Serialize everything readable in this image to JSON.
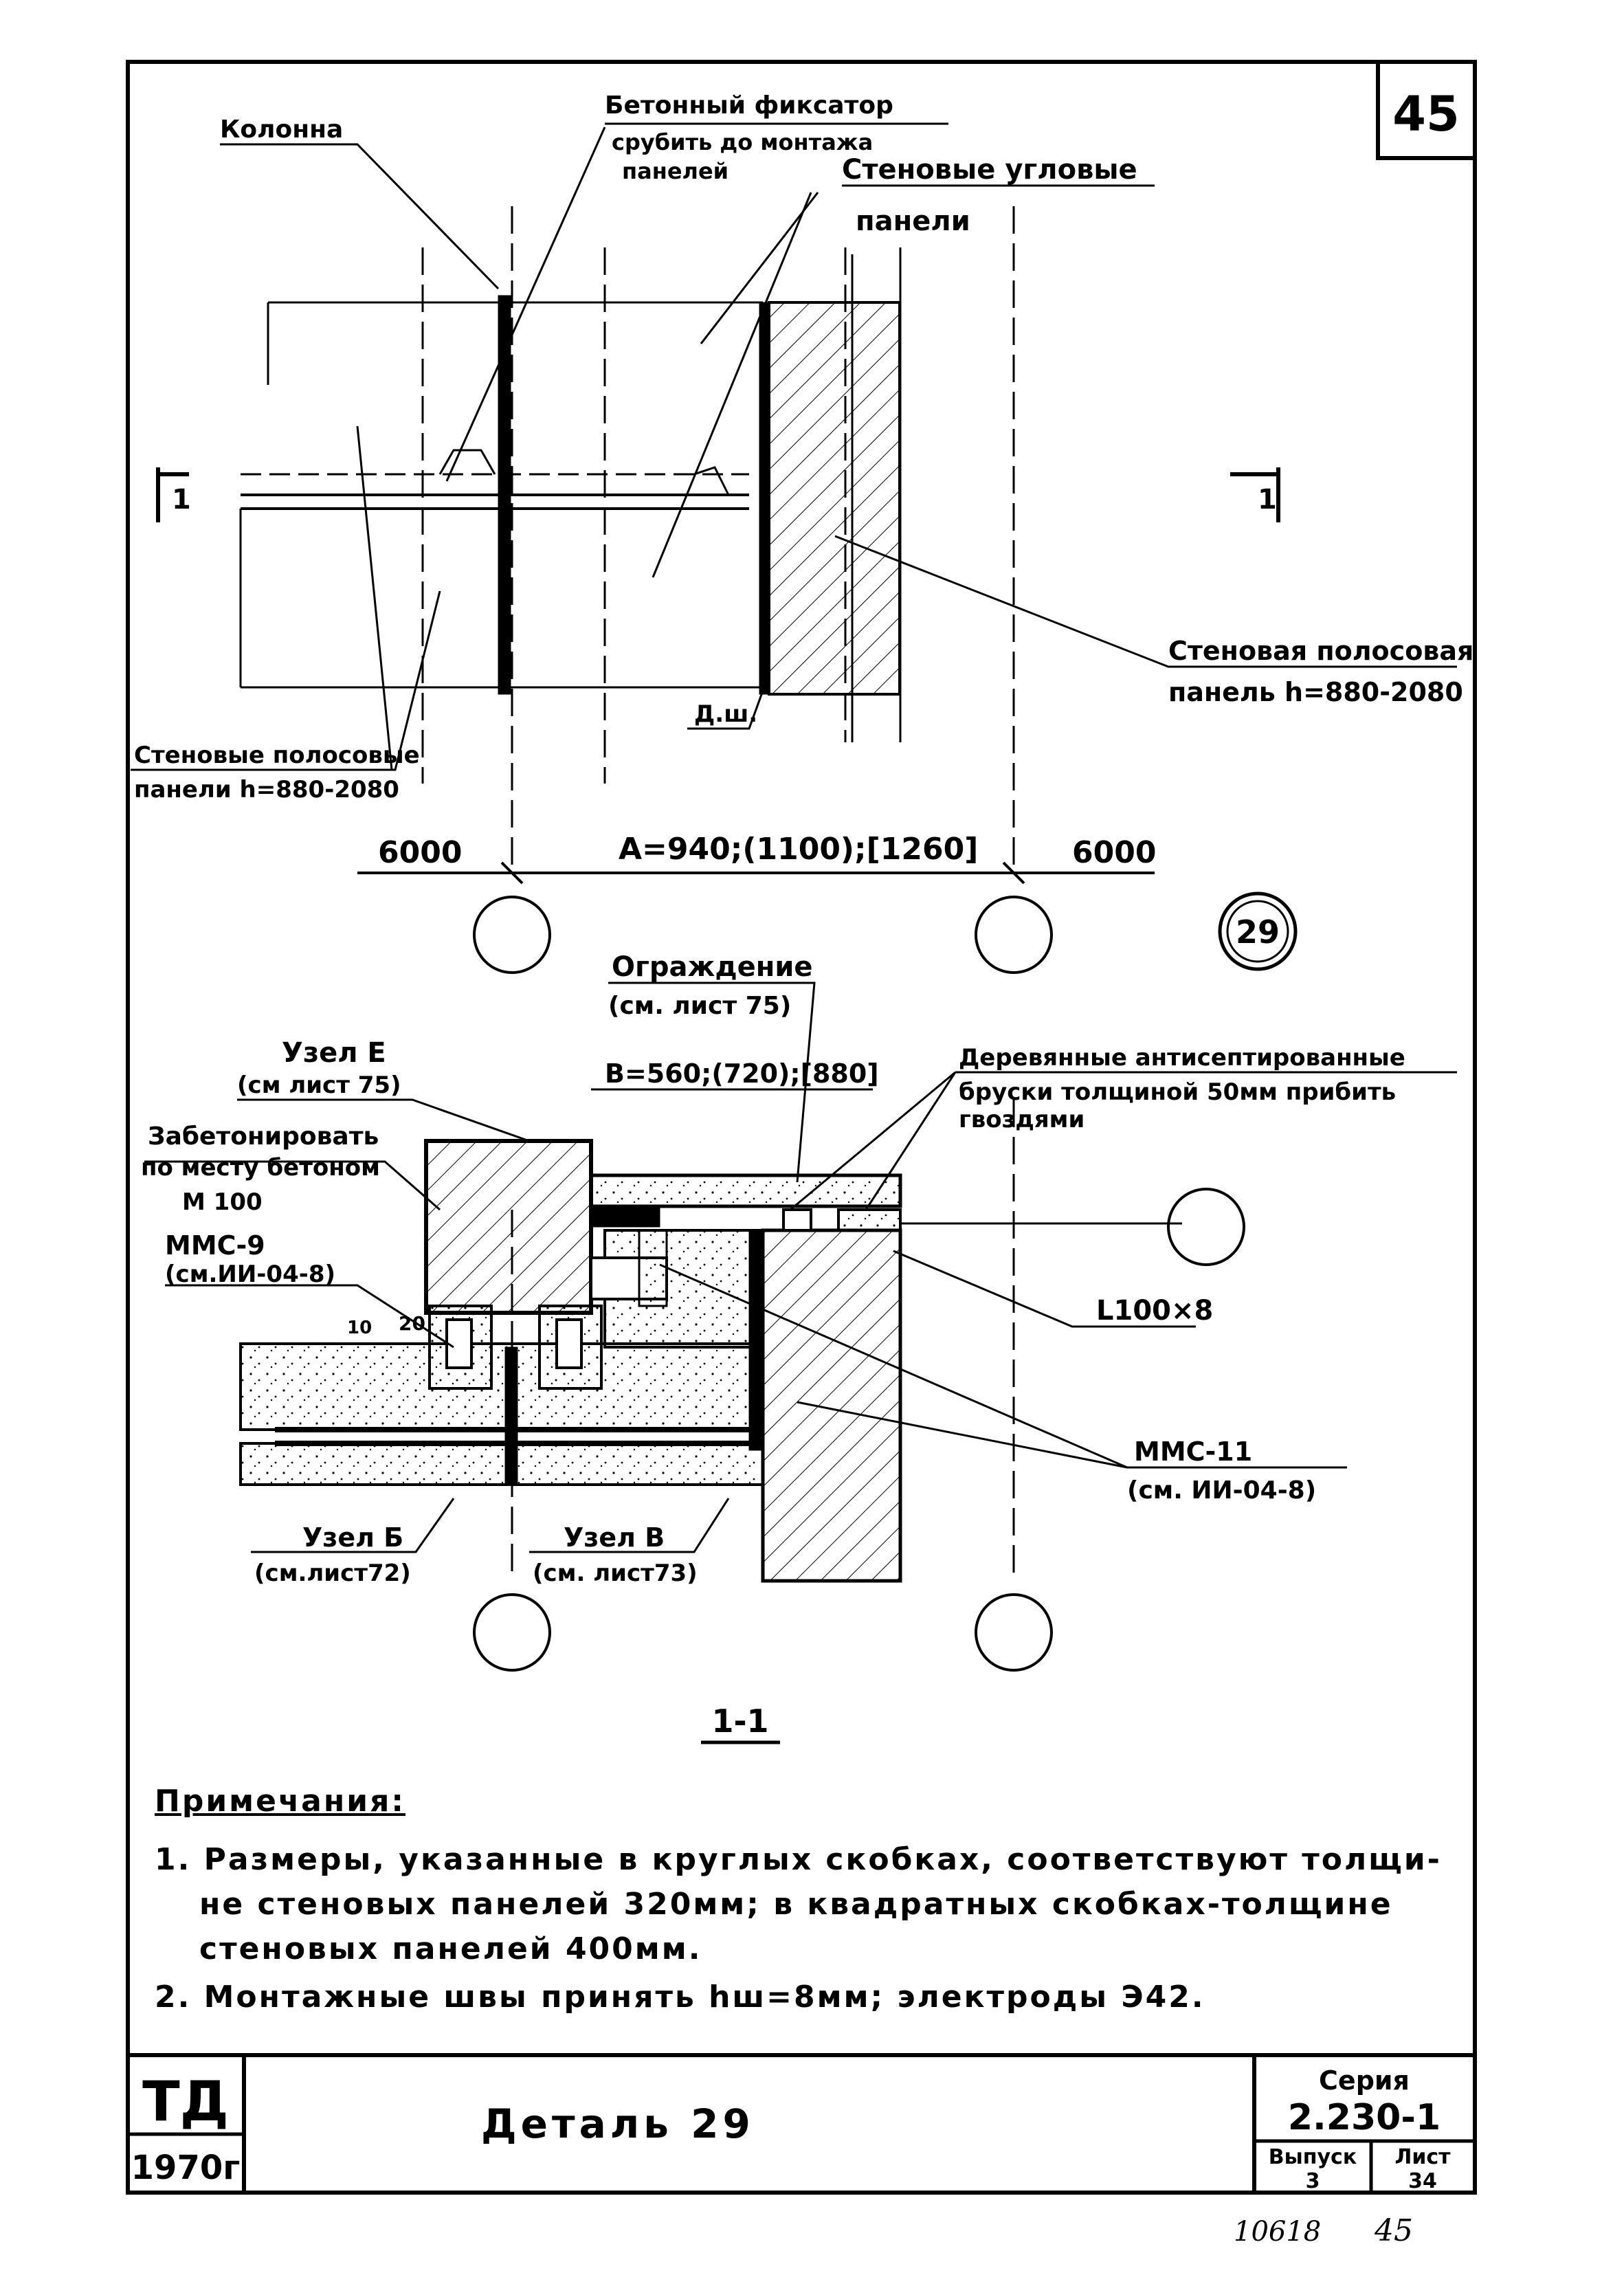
{
  "sheet": {
    "number": "45",
    "bottom_num": "10618",
    "bottom_sheet": "45"
  },
  "upper": {
    "kolonna": "Колонна",
    "fixator_line1": "Бетонный фиксатор",
    "fixator_line2": "срубить до монтажа",
    "fixator_line3": "панелей",
    "corner_line1": "Стеновые угловые",
    "corner_line2": "панели",
    "strip_right_line1": "Стеновая полосовая",
    "strip_right_line2": "панель h=880-2080",
    "strip_left_line1": "Стеновые полосовые",
    "strip_left_line2": "панели h=880-2080",
    "dsh": "Д.ш.",
    "section_left": "1",
    "section_right": "1",
    "dim_left": "6000",
    "dim_mid": "A=940;(1100);[1260]",
    "dim_right": "6000",
    "detail_mark": "29"
  },
  "lower": {
    "ograzhdenie_line1": "Ограждение",
    "ograzhdenie_line2": "(см. лист 75)",
    "uzel_e_line1": "Узел Е",
    "uzel_e_line2": "(см лист 75)",
    "zabeton_line1": "Забетонировать",
    "zabeton_line2": "по месту бетоном",
    "zabeton_line3": "M 100",
    "mms9_line1": "ММС-9",
    "mms9_line2": "(см.ИИ-04-8)",
    "dim_b": "B=560;(720);[880]",
    "wood_line1": "Деревянные антисептированные",
    "wood_line2": "бруски толщиной 50мм прибить",
    "wood_line3": "гвоздями",
    "angle": "L100×8",
    "mms11_line1": "ММС-11",
    "mms11_line2": "(см. ИИ-04-8)",
    "uzel_b_line1": "Узел Б",
    "uzel_b_line2": "(см.лист72)",
    "uzel_v_line1": "Узел В",
    "uzel_v_line2": "(см. лист73)",
    "small_dim1": "20",
    "small_dim2": "10",
    "section_title": "1-1"
  },
  "notes": {
    "heading": "Примечания:",
    "n1_line1": "1. Размеры, указанные в круглых скобках, соответствуют толщи-",
    "n1_line2": "не стеновых панелей 320мм; в квадратных скобках-толщине",
    "n1_line3": "стеновых панелей 400мм.",
    "n2": "2. Монтажные швы принять hш=8мм; электроды Э42."
  },
  "title_block": {
    "logo": "ТД",
    "year": "1970г",
    "title": "Деталь 29",
    "series_label": "Серия",
    "series_value": "2.230-1",
    "issue_label": "Выпуск",
    "issue_value": "3",
    "sheet_label": "Лист",
    "sheet_value": "34"
  }
}
